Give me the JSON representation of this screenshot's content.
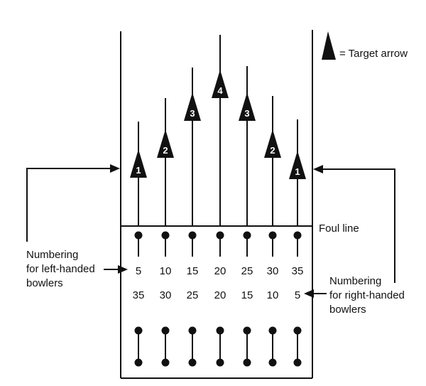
{
  "legend": {
    "text": "= Target arrow",
    "icon": "target-arrow-icon"
  },
  "foul_line_label": "Foul line",
  "left_caption": [
    "Numbering",
    "for left-handed",
    "bowlers"
  ],
  "right_caption": [
    "Numbering",
    "for right-handed",
    "bowlers"
  ],
  "target_arrows": [
    {
      "number": "1"
    },
    {
      "number": "2"
    },
    {
      "number": "3"
    },
    {
      "number": "4"
    },
    {
      "number": "3"
    },
    {
      "number": "2"
    },
    {
      "number": "1"
    }
  ],
  "left_handed_numbers": [
    "5",
    "10",
    "15",
    "20",
    "25",
    "30",
    "35"
  ],
  "right_handed_numbers": [
    "35",
    "30",
    "25",
    "20",
    "15",
    "10",
    "5"
  ],
  "colors": {
    "ink": "#111111",
    "background": "#ffffff"
  }
}
